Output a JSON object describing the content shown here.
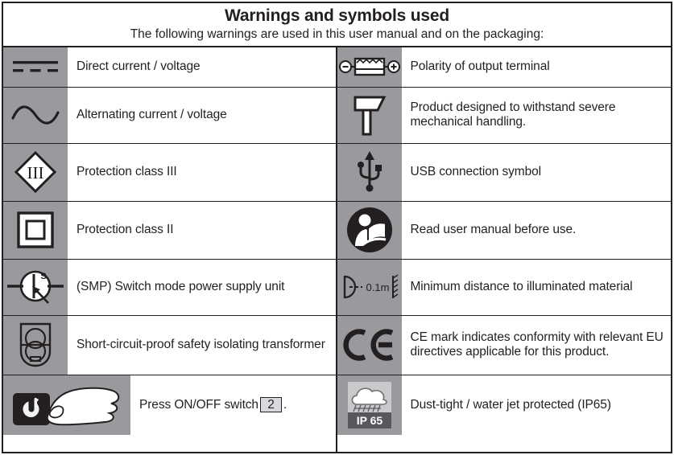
{
  "header": {
    "title": "Warnings and symbols used",
    "subtitle": "The following warnings are used in this user manual and on the packaging:"
  },
  "colors": {
    "icon_cell_bg": "#9a9a9e",
    "ink": "#231f20",
    "page_bg": "#ffffff",
    "badge_bg": "#d9d9dd"
  },
  "left_column": [
    {
      "icon": "direct-current-icon",
      "label": "Direct current / voltage"
    },
    {
      "icon": "alternating-current-icon",
      "label": "Alternating current / voltage"
    },
    {
      "icon": "protection-class-3-icon",
      "label": "Protection class III"
    },
    {
      "icon": "protection-class-2-icon",
      "label": "Protection class II"
    },
    {
      "icon": "switch-mode-power-supply-icon",
      "label": "(SMP) Switch mode power supply unit"
    },
    {
      "icon": "isolating-transformer-icon",
      "label": "Short-circuit-proof safety isolating transformer"
    },
    {
      "icon": "press-on-off-switch-icon",
      "label_before": "Press ON/OFF switch",
      "badge": "2",
      "label_after": "."
    }
  ],
  "right_column": [
    {
      "icon": "polarity-of-output-terminal-icon",
      "label": "Polarity of output terminal"
    },
    {
      "icon": "hammer-impact-resistance-icon",
      "label": "Product designed to withstand severe mechanical handling."
    },
    {
      "icon": "usb-icon",
      "label": "USB connection symbol"
    },
    {
      "icon": "read-user-manual-icon",
      "label": "Read user manual before use."
    },
    {
      "icon": "minimum-distance-icon",
      "icon_text": "0.1m",
      "label": "Minimum distance to illuminated material"
    },
    {
      "icon": "ce-mark-icon",
      "label": "CE mark indicates conformity with relevant EU directives applicable for this product."
    },
    {
      "icon": "ip65-rain-cloud-icon",
      "icon_text": "IP 65",
      "label": "Dust-tight / water jet protected (IP65)"
    }
  ]
}
